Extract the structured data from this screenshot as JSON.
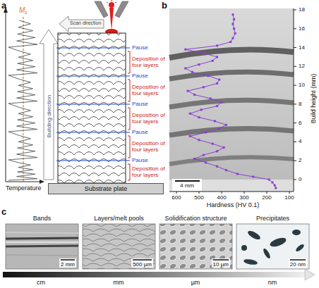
{
  "diagram": {
    "nodes": [
      {
        "text": [
          "Substrate plate"
        ]
      },
      {
        "text": [
          "Bands",
          "2 mm"
        ]
      },
      {
        "text": [
          "Layers/melt pools",
          "500 µm"
        ]
      },
      {
        "text": [
          "Solidification structure",
          "10 µm"
        ]
      },
      {
        "text": [
          "Precipitates",
          "20 nm"
        ]
      }
    ],
    "labels": [
      "a",
      "b",
      "c",
      "M",
      "s",
      "Temperature",
      "Scan direction",
      "Building direction",
      "Pause",
      "Deposition of four layers",
      "Pause",
      "Deposition of four layers",
      "Pause",
      "Deposition of four layers",
      "Pause",
      "Deposition of four layers",
      "Pause",
      "Deposition of four layers",
      "4 mm",
      "Build height (mm)",
      "0",
      "2",
      "4",
      "6",
      "8",
      "10",
      "12",
      "14",
      "16",
      "18",
      "600",
      "500",
      "400",
      "300",
      "200",
      "100",
      "Hardness (HV 0.1)",
      "cm",
      "mm",
      "µm",
      "nm"
    ]
  }
}
